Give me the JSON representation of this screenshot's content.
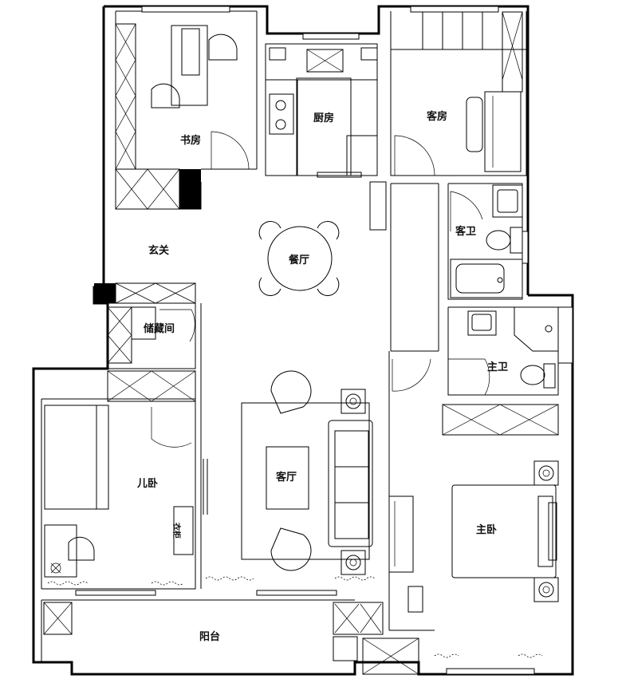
{
  "plan": {
    "rooms": {
      "study": "书房",
      "kitchen": "厨房",
      "guest_room": "客房",
      "guest_bath": "客卫",
      "entrance": "玄关",
      "dining": "餐厅",
      "storage": "储藏间",
      "master_bath": "主卫",
      "kids_room": "儿卧",
      "living": "客厅",
      "master_bedroom": "主卧",
      "balcony": "阳台"
    },
    "furniture_labels": {
      "wardrobe": "衣柜"
    }
  }
}
